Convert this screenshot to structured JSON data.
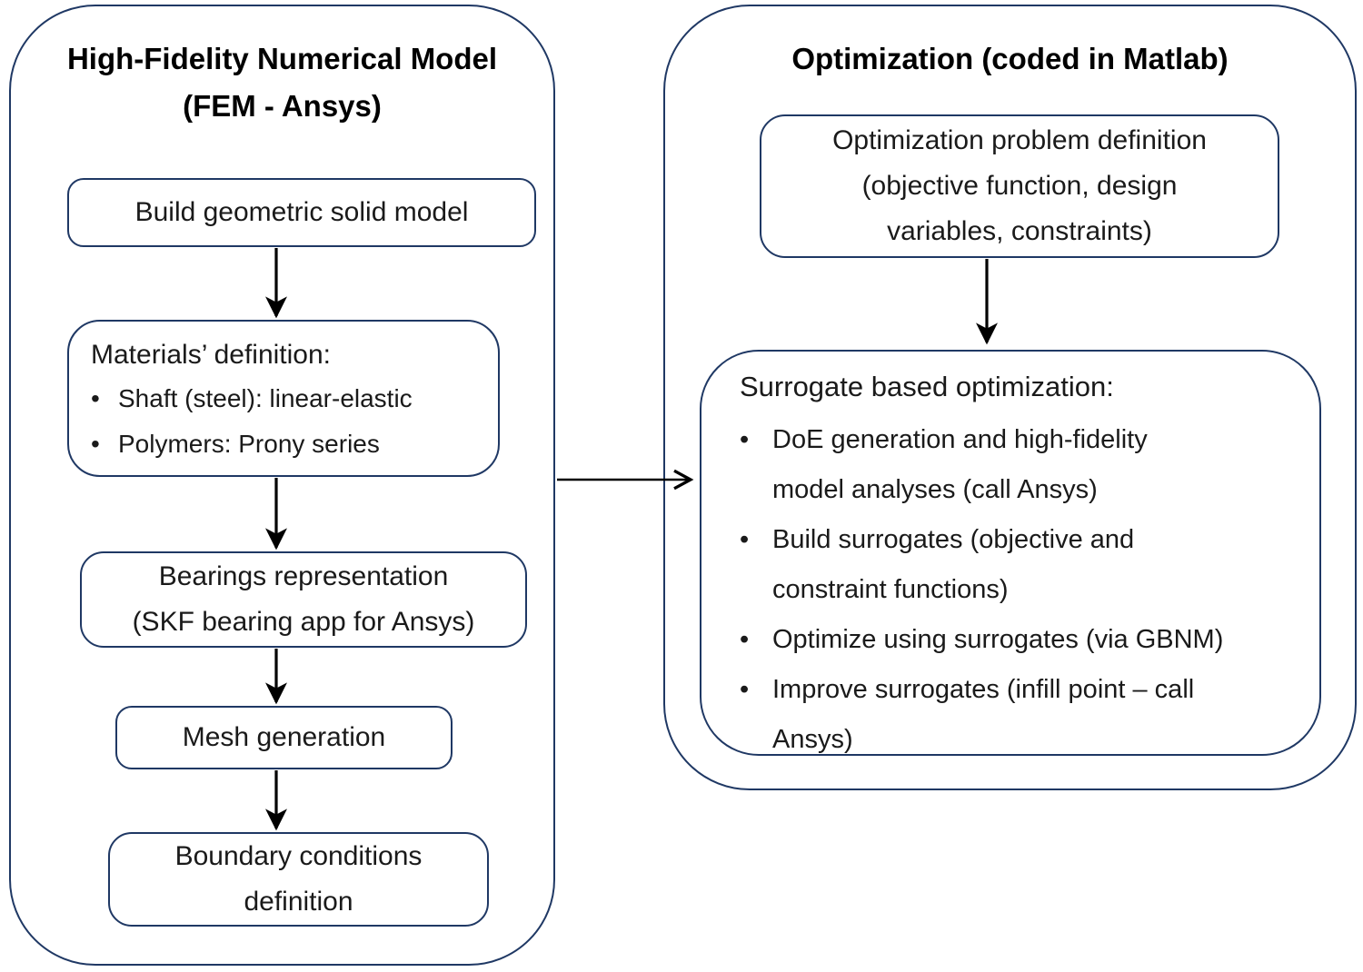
{
  "colors": {
    "border": "#1f3864",
    "text": "#1a1a1a",
    "arrow": "#000000",
    "background": "#ffffff"
  },
  "left_panel": {
    "title_lines": [
      "High-Fidelity Numerical Model",
      "(FEM - Ansys)"
    ],
    "build_box": {
      "label": "Build geometric solid model"
    },
    "materials_box": {
      "heading": "Materials’ definition:",
      "bullets": [
        "Shaft (steel): linear-elastic",
        "Polymers: Prony series"
      ]
    },
    "bearings_box": {
      "lines": [
        "Bearings representation",
        "(SKF bearing app for Ansys)"
      ]
    },
    "mesh_box": {
      "label": "Mesh generation"
    },
    "boundary_box": {
      "lines": [
        "Boundary conditions",
        "definition"
      ]
    }
  },
  "right_panel": {
    "title": "Optimization (coded in Matlab)",
    "problem_box": {
      "lines": [
        "Optimization problem definition",
        "(objective function, design",
        "variables, constraints)"
      ]
    },
    "surrogate_box": {
      "heading": "Surrogate based optimization:",
      "bullets": [
        {
          "lines": [
            "DoE generation and high-fidelity",
            "model analyses (call Ansys)"
          ]
        },
        {
          "lines": [
            "Build surrogates (objective and",
            "constraint functions)"
          ]
        },
        {
          "lines": [
            "Optimize using surrogates (via GBNM)"
          ]
        },
        {
          "lines": [
            "Improve surrogates (infill point – call",
            "Ansys)"
          ]
        }
      ]
    }
  }
}
